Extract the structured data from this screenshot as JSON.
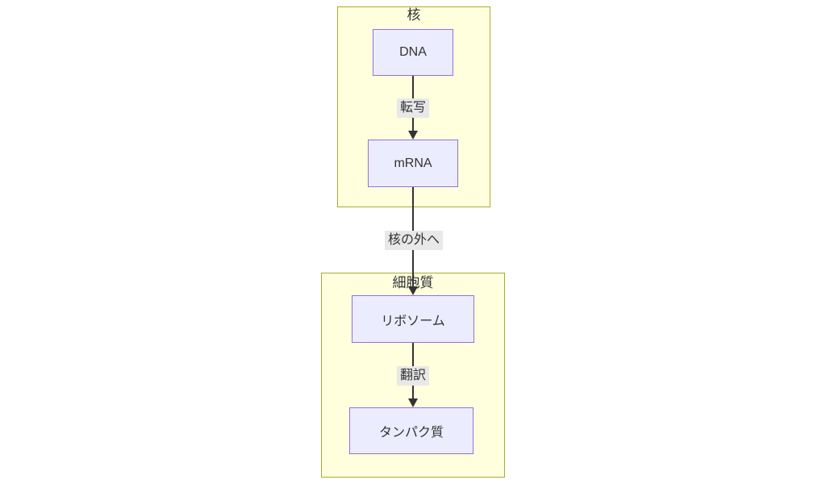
{
  "diagram": {
    "type": "flowchart",
    "direction": "top-down",
    "clusters": [
      {
        "id": "nucleus",
        "label": "核"
      },
      {
        "id": "cytoplasm",
        "label": "細胞質"
      }
    ],
    "nodes": [
      {
        "id": "dna",
        "label": "DNA",
        "cluster": "nucleus"
      },
      {
        "id": "mrna",
        "label": "mRNA",
        "cluster": "nucleus"
      },
      {
        "id": "ribosome",
        "label": "リボソーム",
        "cluster": "cytoplasm"
      },
      {
        "id": "protein",
        "label": "タンパク質",
        "cluster": "cytoplasm"
      }
    ],
    "edges": [
      {
        "from": "dna",
        "to": "mrna",
        "label": "転写",
        "arrow": "down"
      },
      {
        "from": "mrna",
        "to": "ribosome",
        "label": "核の外へ",
        "arrow": "down"
      },
      {
        "from": "ribosome",
        "to": "protein",
        "label": "翻訳",
        "arrow": "down"
      }
    ],
    "colors": {
      "background": "#ffffff",
      "cluster_fill": "#ffffde",
      "cluster_border": "#aaaa33",
      "node_fill": "#ececff",
      "node_border": "#9370db",
      "edge_label_bg": "#e8e8e8",
      "line": "#333333",
      "text": "#333333"
    }
  }
}
